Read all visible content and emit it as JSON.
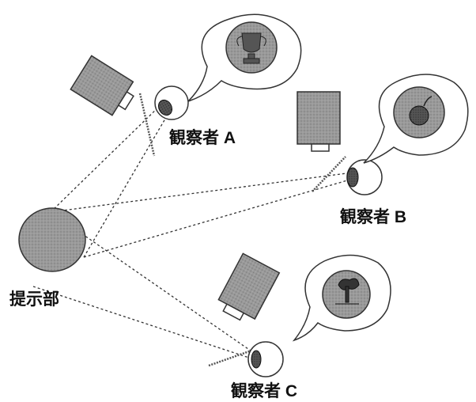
{
  "diagram": {
    "presenter_label": "提示部",
    "observers": [
      {
        "label": "観察者 A",
        "bubble_content": "trophy-icon"
      },
      {
        "label": "観察者 B",
        "bubble_content": "bomb-icon"
      },
      {
        "label": "観察者 C",
        "bubble_content": "tree-icon"
      }
    ],
    "colors": {
      "presenter": "#8f8f8f",
      "camera": "#8a8a8a",
      "pupil": "#333333",
      "bubble_inner": "#9a9a9a",
      "line": "#333333"
    }
  }
}
